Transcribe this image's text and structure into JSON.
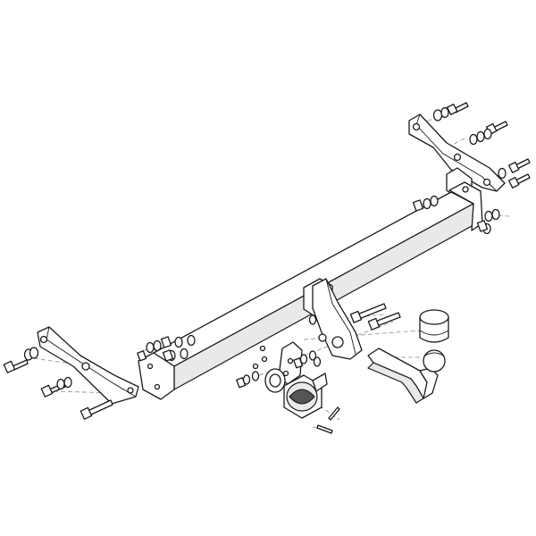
{
  "diagram": {
    "type": "exploded-parts-drawing",
    "subject": "towbar assembly",
    "colors": {
      "line": "#1a1a1a",
      "leader": "#8a8a8a",
      "fill": "#ffffff",
      "shade": "#e9e9e9"
    },
    "parts": [
      "cross-beam",
      "right-mounting-bracket",
      "left-mounting-bracket",
      "center-towball-bracket",
      "tow-neck",
      "towball",
      "towball-cap",
      "socket-plate",
      "electrical-socket",
      "bolts",
      "washers",
      "nuts"
    ]
  }
}
